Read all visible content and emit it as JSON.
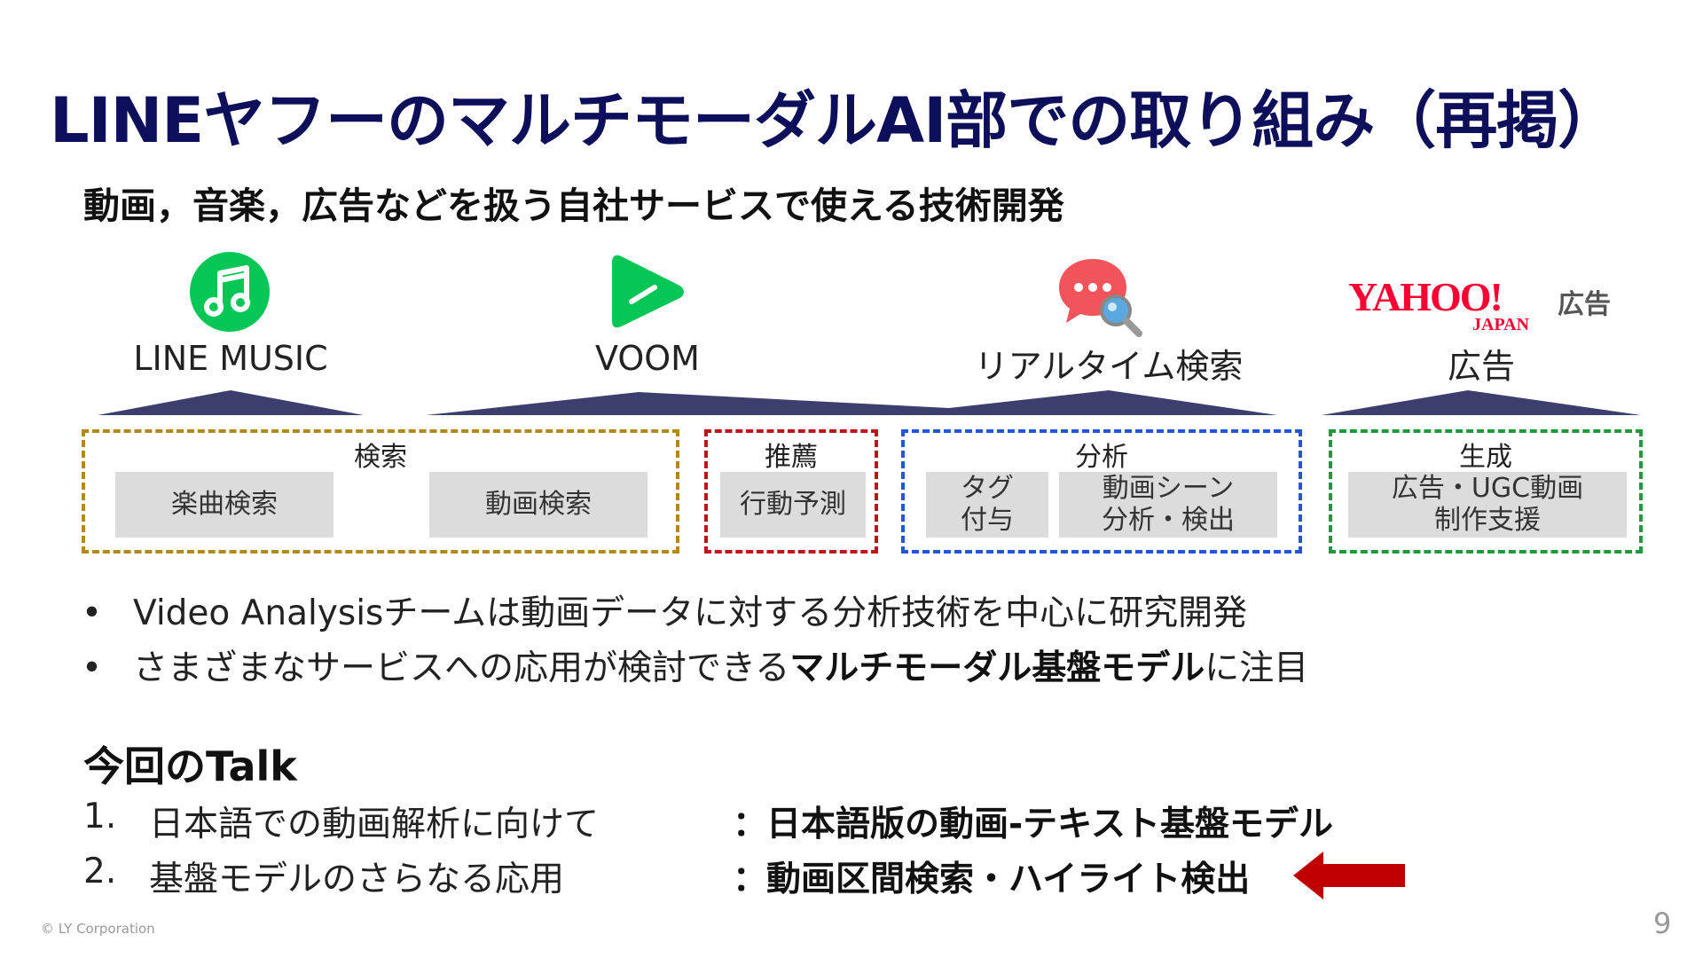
{
  "slide": {
    "title": "LINEヤフーのマルチモーダルAI部での取り組み（再掲）",
    "subtitle": "動画，音楽，広告などを扱う自社サービスで使える技術開発",
    "page_number": "9",
    "copyright": "© LY Corporation"
  },
  "services": [
    {
      "label": "LINE MUSIC",
      "icon": "music-note-icon",
      "color": "#06c755"
    },
    {
      "label": "VOOM",
      "icon": "play-icon",
      "color": "#06c755"
    },
    {
      "label": "リアルタイム検索",
      "icon": "chat-search-icon",
      "color": "#f2545b"
    },
    {
      "label": "広告",
      "icon": "yahoo-japan-logo",
      "logo_text": "YAHOO! JAPAN",
      "logo_suffix": "広告",
      "color": "#ff0033"
    }
  ],
  "categories": [
    {
      "title": "検索",
      "color": "#b08a1e",
      "items": [
        "楽曲検索",
        "動画検索"
      ]
    },
    {
      "title": "推薦",
      "color": "#c0141c",
      "items": [
        "行動予測"
      ]
    },
    {
      "title": "分析",
      "color": "#2255dd",
      "items": [
        [
          "タグ",
          "付与"
        ],
        [
          "動画シーン",
          "分析・検出"
        ]
      ]
    },
    {
      "title": "生成",
      "color": "#1f9a3a",
      "items": [
        [
          "広告・UGC動画",
          "制作支援"
        ]
      ]
    }
  ],
  "bullets": [
    {
      "text": "Video Analysisチームは動画データに対する分析技術を中心に研究開発"
    },
    {
      "prefix": "さまざまなサービスへの応用が検討できる",
      "bold": "マルチモーダル基盤モデル",
      "suffix": "に注目"
    }
  ],
  "talk": {
    "heading": "今回のTalk",
    "items": [
      {
        "number": "1.",
        "topic": "日本語での動画解析に向けて",
        "colon": "：",
        "detail": "日本語版の動画-テキスト基盤モデル"
      },
      {
        "number": "2.",
        "topic": "基盤モデルのさらなる応用",
        "colon": "：",
        "detail": "動画区間検索・ハイライト検出"
      }
    ],
    "arrow_color": "#c00000"
  }
}
